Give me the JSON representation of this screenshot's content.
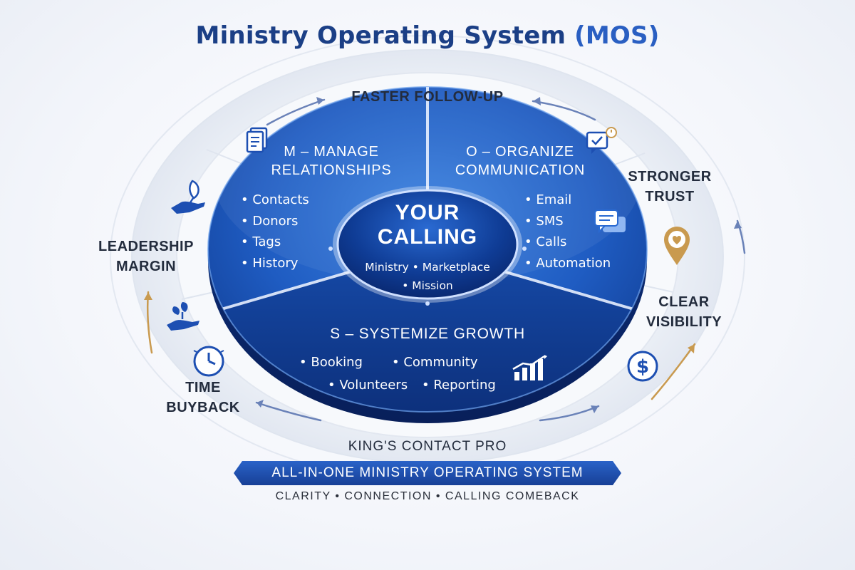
{
  "title": {
    "main": "Ministry Operating System",
    "accent": "(MOS)"
  },
  "ring_labels": {
    "top": "FASTER FOLLOW-UP",
    "right_upper": [
      "STRONGER",
      "TRUST"
    ],
    "right_lower": [
      "CLEAR",
      "VISIBILITY"
    ],
    "left_upper": [
      "LEADERSHIP",
      "MARGIN"
    ],
    "left_lower": [
      "TIME",
      "BUYBACK"
    ]
  },
  "segments": {
    "manage": {
      "title": [
        "M – MANAGE",
        "RELATIONSHIPS"
      ],
      "items": [
        "Contacts",
        "Donors",
        "Tags",
        "History"
      ]
    },
    "organize": {
      "title": [
        "O – ORGANIZE",
        "COMMUNICATION"
      ],
      "items": [
        "Email",
        "SMS",
        "Calls",
        "Automation"
      ]
    },
    "systemize": {
      "title": "S – SYSTEMIZE GROWTH",
      "items": [
        "Booking",
        "Community",
        "Volunteers",
        "Reporting"
      ]
    }
  },
  "center": {
    "title": [
      "YOUR",
      "CALLING"
    ],
    "subtitle": [
      "Ministry • Marketplace",
      "• Mission"
    ]
  },
  "footer": {
    "brand": "KING'S CONTACT PRO",
    "banner": "ALL-IN-ONE MINISTRY OPERATING SYSTEM",
    "tagline": "CLARITY • CONNECTION • CALLING COMEBACK"
  },
  "icons": {
    "manage": "document-icon",
    "organize": "chat-check-icon",
    "organize_bubble": "speech-bubbles-icon",
    "trust": "heart-pin-icon",
    "visibility": "dollar-icon",
    "margin": "leaf-hand-icon",
    "growth": "plant-hand-icon",
    "time": "clock-icon",
    "systemize": "bar-chart-icon"
  },
  "colors": {
    "title": "#1b3f86",
    "accent_blue": "#2a5fc2",
    "segment_blue": "#1e5bc0",
    "dark_navy": "#0d2c73",
    "gold": "#c99a4f",
    "banner": "#1d4fb2"
  }
}
